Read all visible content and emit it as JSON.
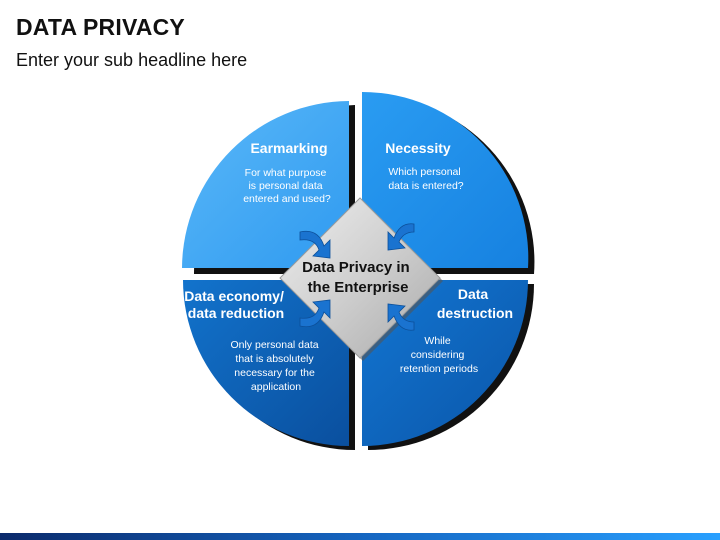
{
  "header": {
    "title": "DATA PRIVACY",
    "subtitle": "Enter your sub headline here"
  },
  "diagram": {
    "center": {
      "lines": [
        "Data Privacy in",
        "the Enterprise"
      ]
    },
    "quadrants": [
      {
        "id": "earmarking",
        "title_lines": [
          "Earmarking"
        ],
        "text_lines": [
          "For what purpose",
          "is personal data",
          "entered and used?"
        ],
        "color": "#3fa9f5"
      },
      {
        "id": "necessity",
        "title_lines": [
          "Necessity"
        ],
        "text_lines": [
          "Which personal",
          "data is entered?"
        ],
        "color": "#1e90ee"
      },
      {
        "id": "data-economy",
        "title_lines": [
          "Data economy/",
          "data reduction"
        ],
        "text_lines": [
          "Only personal data",
          "that is absolutely",
          "necessary for the",
          "application"
        ],
        "color": "#0d5eb3"
      },
      {
        "id": "data-destruction",
        "title_lines": [
          "Data",
          "destruction"
        ],
        "text_lines": [
          "While",
          "considering",
          "retention periods"
        ],
        "color": "#0b63be"
      }
    ],
    "colors": {
      "center_fill": "#cfcfcf",
      "arrow": "#1a73d0",
      "shadow": "#111111"
    }
  }
}
